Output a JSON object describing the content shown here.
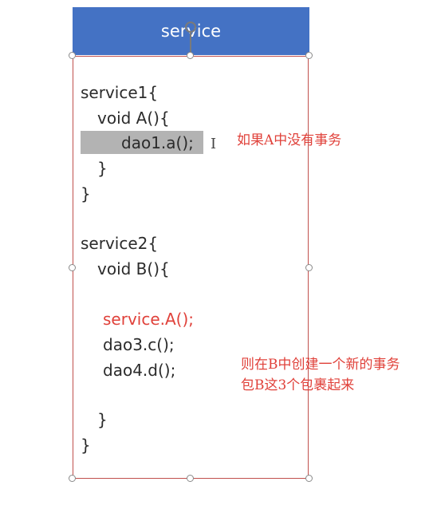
{
  "header": {
    "title": "service"
  },
  "code": {
    "line1": "service1{",
    "line2": "void A(){",
    "line3": "dao1.a();",
    "line4": "}",
    "line5": "}",
    "line6": "service2{",
    "line7": "void B(){",
    "line8": "service.A();",
    "line9": "dao3.c();",
    "line10": "dao4.d();",
    "line11": "}",
    "line12": "}"
  },
  "notes": {
    "note1": "如果A中没有事务",
    "note2_line1": "则在B中创建一个新的事务",
    "note2_line2": "包B这3个包裹起来"
  },
  "cursor_glyph": "I",
  "colors": {
    "header_bg": "#4472c4",
    "border": "#c0504d",
    "red_text": "#e0413a",
    "highlight": "#b3b3b3"
  }
}
